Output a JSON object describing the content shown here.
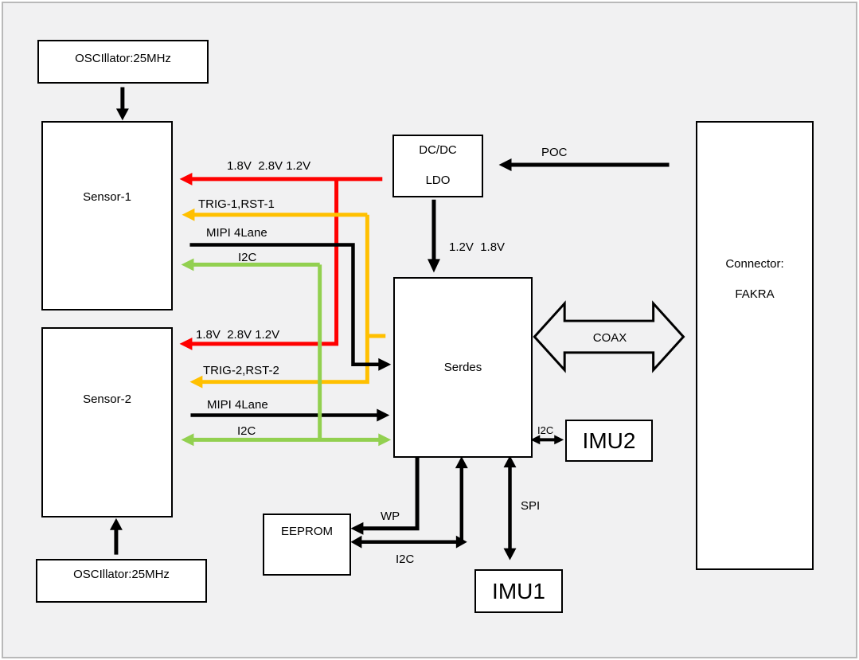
{
  "colors": {
    "red": "#ff0000",
    "yellow": "#ffc000",
    "green": "#92d050",
    "black": "#000000",
    "bg": "#f1f1f2",
    "frame": "#b9b9b9"
  },
  "blocks": {
    "osc1": {
      "label": "OSCIllator:25MHz"
    },
    "sensor1": {
      "label": "Sensor-1"
    },
    "sensor2": {
      "label": "Sensor-2"
    },
    "osc2": {
      "label": "OSCIllator:25MHz"
    },
    "dcdc": {
      "line1": "DC/DC",
      "line2": "LDO"
    },
    "serdes": {
      "label": "Serdes"
    },
    "connector": {
      "line1": "Connector:",
      "line2": "FAKRA"
    },
    "eeprom": {
      "label": "EEPROM"
    },
    "imu2": {
      "label": "IMU2"
    },
    "imu1": {
      "label": "IMU1"
    }
  },
  "wires": {
    "power1": "1.8V  2.8V 1.2V",
    "trig1": "TRIG-1,RST-1",
    "mipi1": "MIPI 4Lane",
    "i2c1": "I2C",
    "power2": "1.8V  2.8V 1.2V",
    "trig2": "TRIG-2,RST-2",
    "mipi2": "MIPI 4Lane",
    "i2c2": "I2C",
    "poc": "POC",
    "dcdc_out": "1.2V  1.8V",
    "coax": "COAX",
    "imu2_i2c": "I2C",
    "wp": "WP",
    "eeprom_i2c": "I2C",
    "spi": "SPI"
  }
}
